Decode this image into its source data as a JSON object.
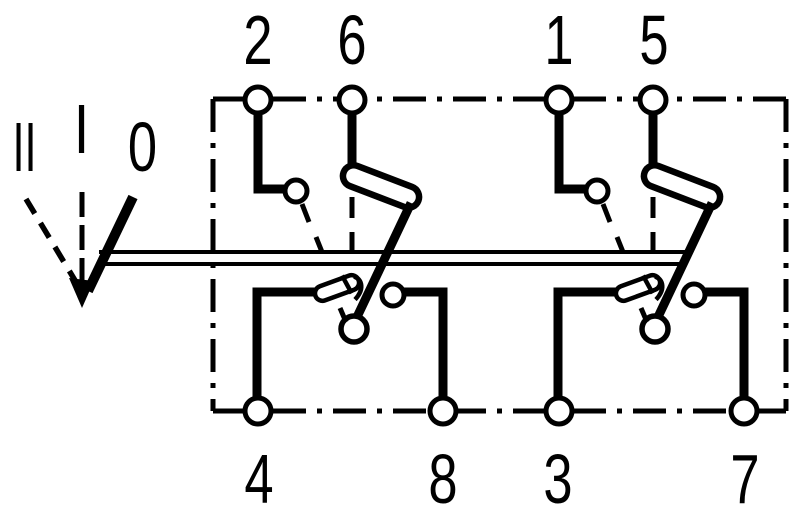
{
  "diagram": {
    "positions": [
      {
        "label": "II"
      },
      {
        "label": "I"
      },
      {
        "label": "0"
      }
    ],
    "terminals": {
      "top": [
        {
          "label": "2"
        },
        {
          "label": "6"
        },
        {
          "label": "1"
        },
        {
          "label": "5"
        }
      ],
      "bottom": [
        {
          "label": "4"
        },
        {
          "label": "8"
        },
        {
          "label": "3"
        },
        {
          "label": "7"
        }
      ]
    },
    "colors": {
      "line": "#000000",
      "background": "#ffffff"
    }
  }
}
